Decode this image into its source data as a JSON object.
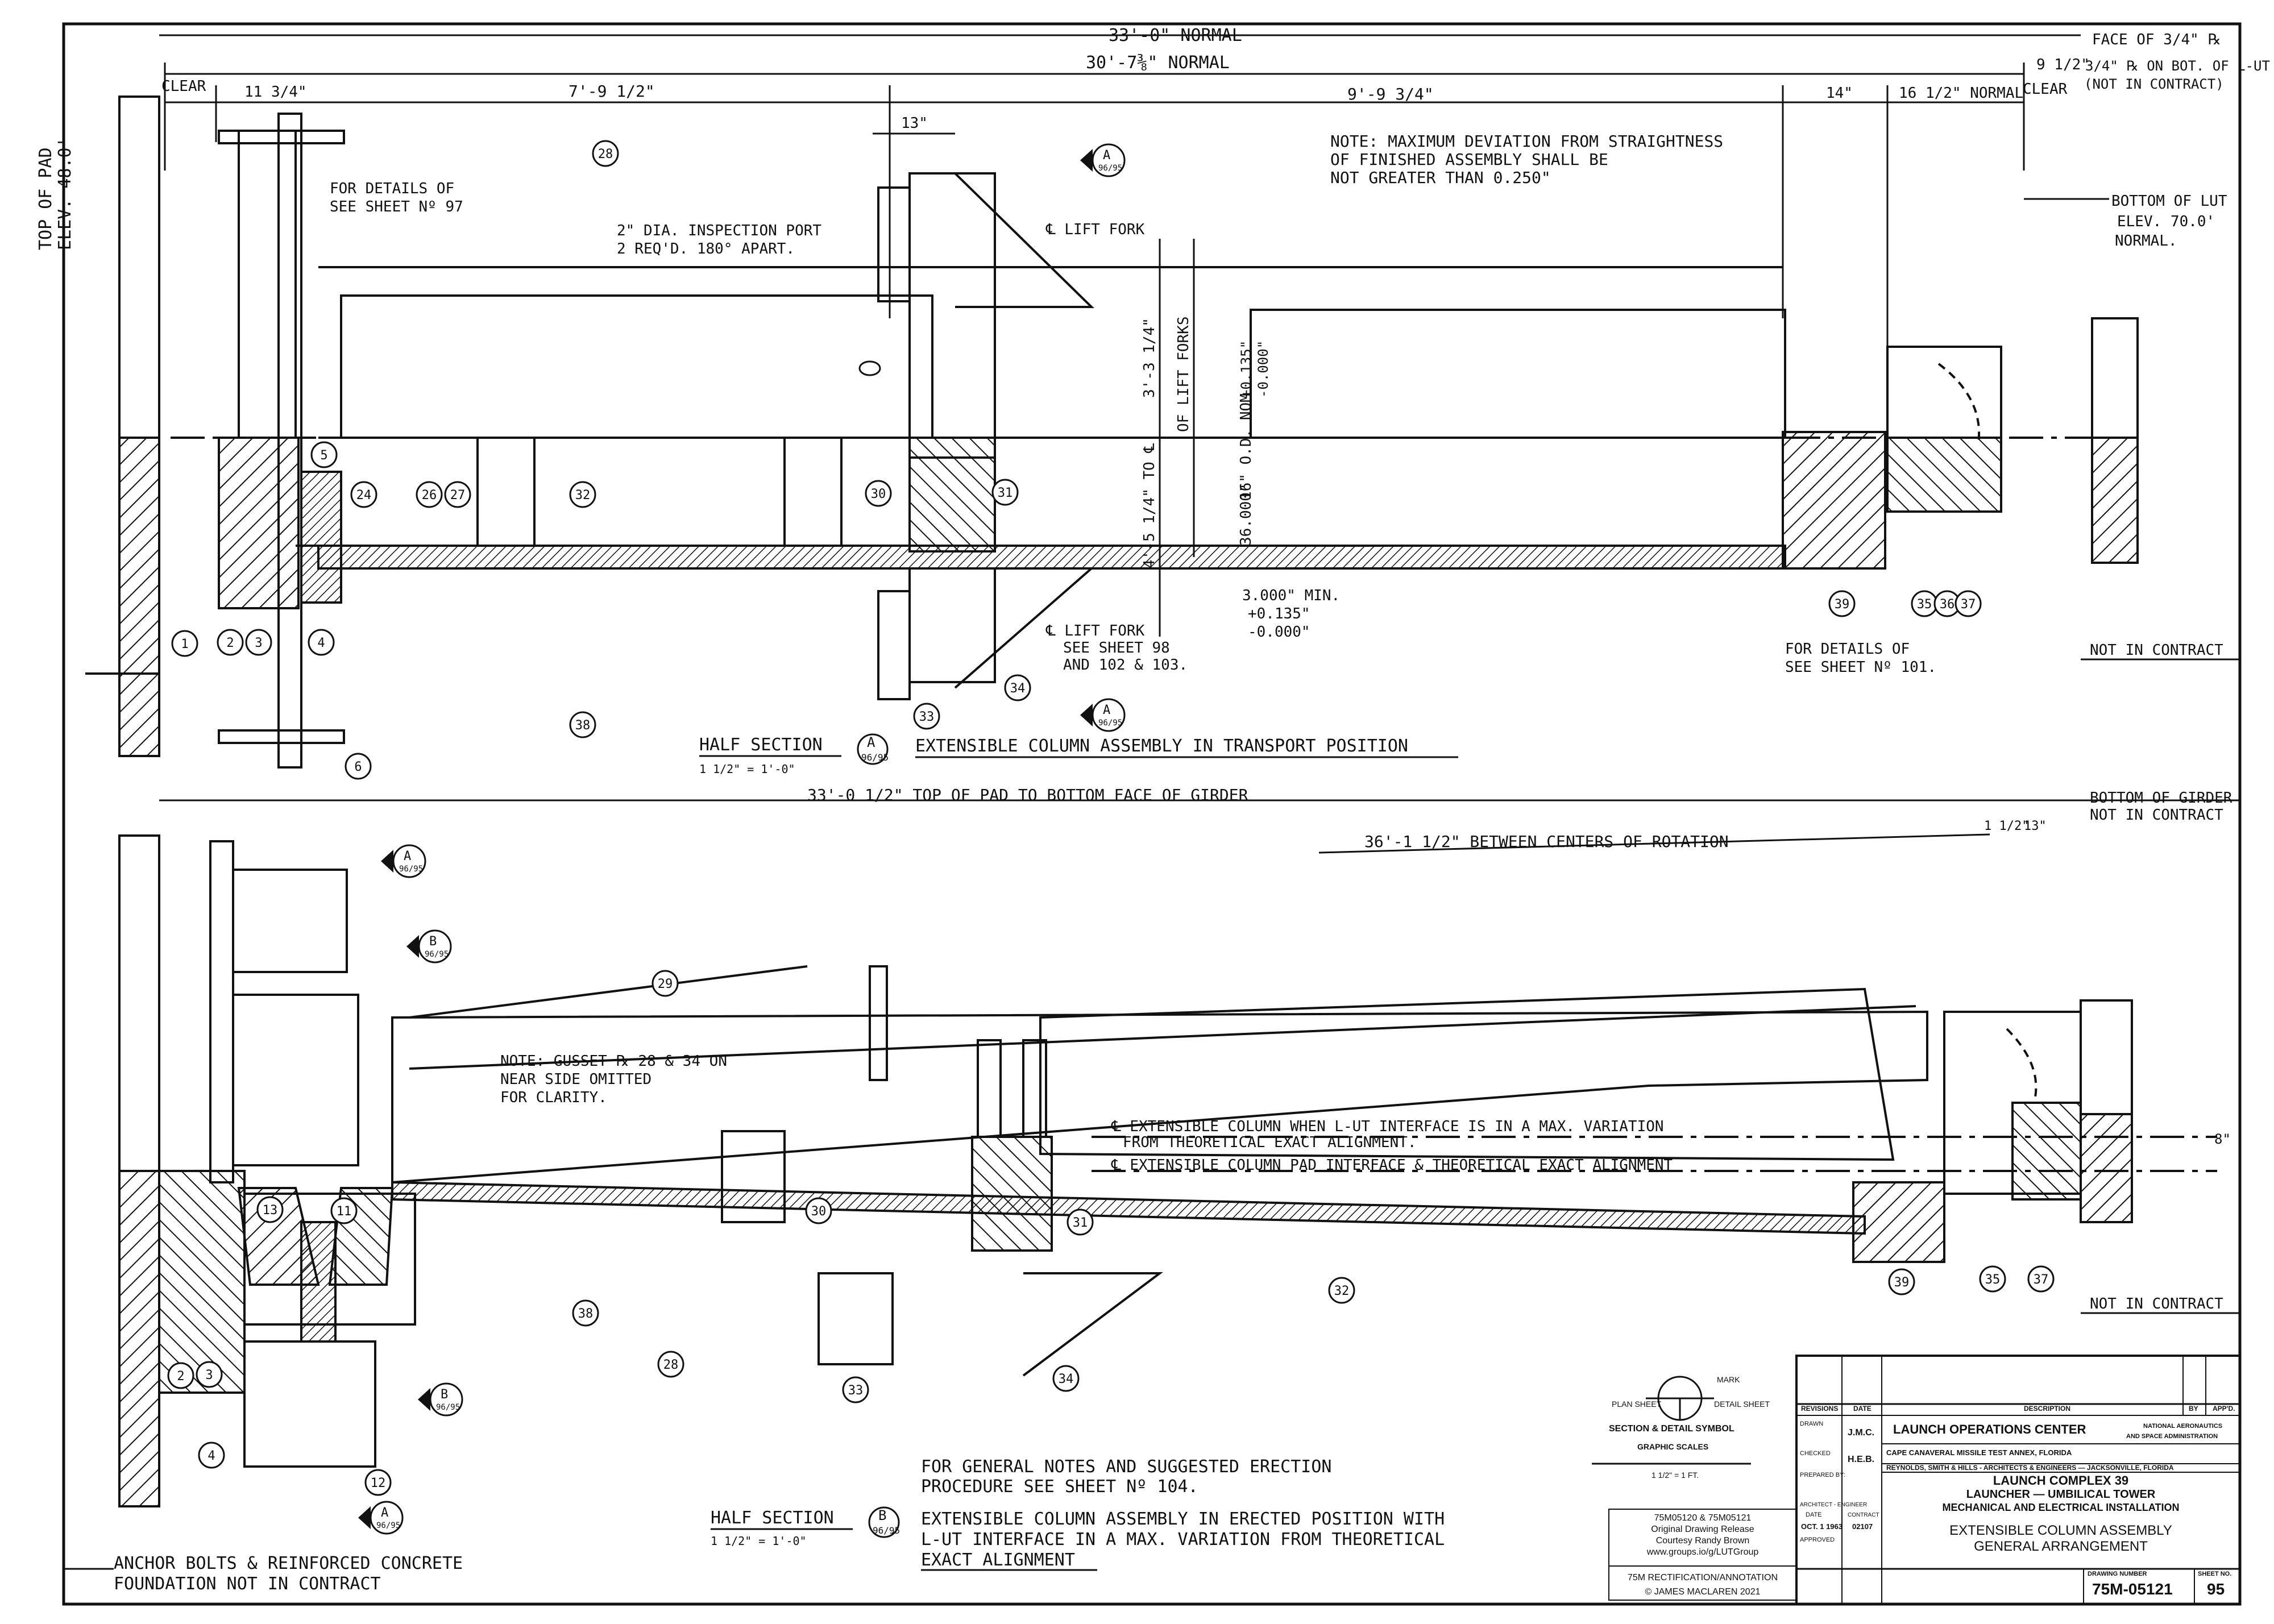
{
  "dimensions": {
    "overall_normal": "33'-0\" NORMAL",
    "overall_30": "30'-7⅜\" NORMAL",
    "clear_left": "CLEAR",
    "clear_right": "CLEAR",
    "seg_1": "11 3/4\"",
    "seg_2": "7'-9 1/2\"",
    "seg_3": "9'-9 3/4\"",
    "seg_4": "14\"",
    "seg_5": "16 1/2\" NORMAL",
    "seg_6": "9 1/2\"",
    "dim_13": "13\"",
    "dim_a": "3'-3 1/4\"",
    "dim_b": "4'-5 1/4\" TO ℄",
    "of_lift_forks": "OF LIFT FORKS",
    "od_nom": "16\" O.D. NOM",
    "od_tol_plus": "+0.135\"",
    "od_tol_minus": "-0.000\"",
    "od_36": "36.000\"",
    "min_3": "3.000\" MIN.",
    "min_plus": "+0.135\"",
    "min_minus": "-0.000\"",
    "top_of_pad_girder": "33'-0 1/2\" TOP OF PAD TO BOTTOM FACE OF GIRDER",
    "between_centers": "36'-1 1/2\" BETWEEN CENTERS OF ROTATION",
    "dim_1_5": "1 1/2\"",
    "dim_13b": "13\"",
    "dim_8": "8\""
  },
  "side_labels": {
    "top_of_pad": "TOP OF PAD",
    "elev": "ELEV. 48.0'",
    "face_of_plate": "FACE OF 3/4\" ℞",
    "plate_on_bot": "3/4\" ℞ ON BOT. OF L-UT",
    "not_in_contract_paren": "(NOT IN CONTRACT)",
    "bottom_of_lut": "BOTTOM OF LUT",
    "elev_70": "ELEV. 70.0'",
    "normal": "NORMAL.",
    "not_in_contract_1": "NOT IN CONTRACT",
    "bottom_of_girder": "BOTTOM OF GIRDER",
    "not_in_contract_2": "NOT IN CONTRACT",
    "not_in_contract_3": "NOT IN CONTRACT",
    "anchor_1": "ANCHOR BOLTS & REINFORCED CONCRETE",
    "anchor_2": "FOUNDATION NOT IN CONTRACT"
  },
  "notes": {
    "max_dev_1": "NOTE: MAXIMUM DEVIATION FROM STRAIGHTNESS",
    "max_dev_2": "OF FINISHED ASSEMBLY SHALL BE",
    "max_dev_3": "NOT GREATER THAN 0.250\"",
    "details_1": "FOR DETAILS OF",
    "details_1b": "SEE SHEET Nº 97",
    "inspection_1": "2\" DIA. INSPECTION PORT",
    "inspection_2": "2 REQ'D. 180° APART.",
    "lift_fork_top": "℄ LIFT FORK",
    "lift_fork_bot": "℄ LIFT FORK",
    "lift_fork_see_1": "SEE SHEET 98",
    "lift_fork_see_2": "AND 102 & 103.",
    "details_2": "FOR DETAILS OF",
    "details_2b": "SEE SHEET Nº 101.",
    "gusset_1": "NOTE: GUSSET ℞ 28 & 34 ON",
    "gusset_2": "NEAR SIDE OMITTED",
    "gusset_3": "FOR CLARITY.",
    "ext_col_1": "℄ EXTENSIBLE COLUMN WHEN L-UT INTERFACE IS IN A MAX. VARIATION",
    "ext_col_1b": "FROM THEORETICAL EXACT ALIGNMENT.",
    "ext_col_2": "℄ EXTENSIBLE COLUMN PAD INTERFACE & THEORETICAL EXACT ALIGNMENT",
    "general_1": "FOR GENERAL NOTES AND SUGGESTED ERECTION",
    "general_2": "PROCEDURE SEE SHEET Nº 104."
  },
  "sections": {
    "a_title": "HALF SECTION",
    "a_scale": "1 1/2\" = 1'-0\"",
    "a_desc": "EXTENSIBLE COLUMN ASSEMBLY IN TRANSPORT POSITION",
    "b_title": "HALF SECTION",
    "b_scale": "1 1/2\" = 1'-0\"",
    "b_desc_1": "EXTENSIBLE COLUMN ASSEMBLY IN ERECTED POSITION WITH",
    "b_desc_2": "L-UT INTERFACE IN A MAX. VARIATION FROM THEORETICAL",
    "b_desc_3": "EXACT ALIGNMENT",
    "mark_a": "A",
    "mark_b": "B",
    "sheet_ref": "96/95"
  },
  "callouts_top": [
    "1",
    "2",
    "3",
    "4",
    "5",
    "6",
    "24",
    "26",
    "27",
    "28",
    "30",
    "31",
    "32",
    "33",
    "34",
    "35",
    "36",
    "37",
    "38",
    "39"
  ],
  "callouts_bottom": [
    "2",
    "3",
    "4",
    "11",
    "12",
    "13",
    "28",
    "29",
    "30",
    "31",
    "32",
    "33",
    "34",
    "35",
    "37",
    "38",
    "39"
  ],
  "symbol_legend": {
    "plan_sheet": "PLAN SHEET",
    "mark": "MARK",
    "detail_sheet": "DETAIL SHEET",
    "title": "SECTION & DETAIL SYMBOL",
    "graphic_scales": "GRAPHIC SCALES",
    "scale_text": "1 1/2\" = 1 FT."
  },
  "release": {
    "line1": "75M05120 & 75M05121",
    "line2": "Original Drawing Release",
    "line3": "Courtesy Randy Brown",
    "line4": "www.groups.io/g/LUTGroup",
    "line5": "75M RECTIFICATION/ANNOTATION",
    "line6": "© JAMES MACLAREN 2021"
  },
  "title_block": {
    "revisions": "REVISIONS",
    "date": "DATE",
    "description": "DESCRIPTION",
    "by": "BY",
    "appd": "APP'D.",
    "drawn": "DRAWN",
    "drawn_by": "J.M.C.",
    "checked": "CHECKED",
    "checked_by": "H.E.B.",
    "prepared_by": "PREPARED BY:",
    "architect_engineer": "ARCHITECT - ENGINEER",
    "date_label": "DATE",
    "date_value": "OCT. 1 1963",
    "contract": "CONTRACT",
    "contract_no": "02107",
    "approved": "APPROVED",
    "center": "LAUNCH OPERATIONS CENTER",
    "agency_1": "NATIONAL AERONAUTICS",
    "agency_2": "AND SPACE ADMINISTRATION",
    "location": "CAPE CANAVERAL MISSILE TEST ANNEX, FLORIDA",
    "firm": "REYNOLDS, SMITH & HILLS - ARCHITECTS & ENGINEERS  —  JACKSONVILLE, FLORIDA",
    "complex": "LAUNCH COMPLEX 39",
    "tower": "LAUNCHER — UMBILICAL TOWER",
    "install": "MECHANICAL AND ELECTRICAL INSTALLATION",
    "title_1": "EXTENSIBLE COLUMN ASSEMBLY",
    "title_2": "GENERAL ARRANGEMENT",
    "drawing_number_label": "DRAWING NUMBER",
    "drawing_number": "75M-05121",
    "sheet_no_label": "SHEET NO.",
    "sheet_no": "95"
  },
  "colors": {
    "ink": "#111111",
    "paper": "#ffffff"
  }
}
